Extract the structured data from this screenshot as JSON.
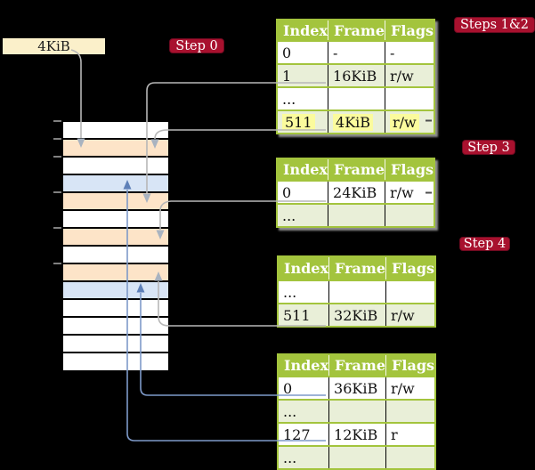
{
  "colors": {
    "background": "#000000",
    "white": "#ffffff",
    "orange": "#fde4c8",
    "blue": "#d8e5f6",
    "table_header_green": "#a3c43d",
    "table_row_green": "#e9efd8",
    "highlight_yellow": "#fbfb9d",
    "badge_red": "#a8112e",
    "free_frame_cream": "#fbf0ca",
    "gray_line": "#b7b7b7",
    "blue_line": "#7e9ac9"
  },
  "free_frame_box": {
    "label": "4KiB"
  },
  "badges": {
    "step0": "Step 0",
    "steps12": "Steps 1&2",
    "step3": "Step 3",
    "step4": "Step 4"
  },
  "memory_stack": {
    "rows": [
      "white",
      "orange",
      "white",
      "blue",
      "orange",
      "white",
      "orange",
      "white",
      "orange",
      "blue",
      "white",
      "white",
      "white",
      "white"
    ]
  },
  "page_tables": [
    {
      "name": "table-steps-1-2",
      "headers": [
        "Index",
        "Frame",
        "Flags"
      ],
      "rows": [
        {
          "index": "0",
          "frame": "-",
          "flags": "-",
          "shaded": false,
          "highlight": false
        },
        {
          "index": "1",
          "frame": "16KiB",
          "flags": "r/w",
          "shaded": true,
          "highlight": false
        },
        {
          "index": "...",
          "frame": "",
          "flags": "",
          "shaded": false,
          "highlight": false
        },
        {
          "index": "511",
          "frame": "4KiB",
          "flags": "r/w",
          "shaded": true,
          "highlight": true
        }
      ]
    },
    {
      "name": "table-step-3",
      "headers": [
        "Index",
        "Frame",
        "Flags"
      ],
      "rows": [
        {
          "index": "0",
          "frame": "24KiB",
          "flags": "r/w",
          "shaded": false,
          "highlight": false
        },
        {
          "index": "...",
          "frame": "",
          "flags": "",
          "shaded": true,
          "highlight": false
        }
      ]
    },
    {
      "name": "table-step-4a",
      "headers": [
        "Index",
        "Frame",
        "Flags"
      ],
      "rows": [
        {
          "index": "...",
          "frame": "",
          "flags": "",
          "shaded": false,
          "highlight": false
        },
        {
          "index": "511",
          "frame": "32KiB",
          "flags": "r/w",
          "shaded": true,
          "highlight": false
        }
      ]
    },
    {
      "name": "table-step-4b",
      "headers": [
        "Index",
        "Frame",
        "Flags"
      ],
      "rows": [
        {
          "index": "0",
          "frame": "36KiB",
          "flags": "r/w",
          "shaded": false,
          "highlight": false
        },
        {
          "index": "...",
          "frame": "",
          "flags": "",
          "shaded": true,
          "highlight": false
        },
        {
          "index": "127",
          "frame": "12KiB",
          "flags": "r",
          "shaded": false,
          "highlight": false
        },
        {
          "index": "...",
          "frame": "",
          "flags": "",
          "shaded": true,
          "highlight": false
        }
      ]
    }
  ],
  "connectors": [
    {
      "from": "free-frame-box (4KiB)",
      "to": "memory-row-2",
      "color": "gray",
      "direction": "down"
    },
    {
      "from": "table-steps-1-2 row 1 (16KiB)",
      "to": "memory-row-5",
      "color": "gray",
      "direction": "down"
    },
    {
      "from": "table-steps-1-2 row 511 (4KiB)",
      "to": "memory-row-2",
      "color": "gray",
      "direction": "down"
    },
    {
      "from": "table-step-3 row 0 (24KiB)",
      "to": "memory-row-7",
      "color": "gray",
      "direction": "down"
    },
    {
      "from": "table-step-4a row 511 (32KiB)",
      "to": "memory-row-9",
      "color": "gray",
      "direction": "up"
    },
    {
      "from": "table-step-4b row 0 (36KiB)",
      "to": "memory-row-10",
      "color": "blue",
      "direction": "up"
    },
    {
      "from": "table-step-4b row 127 (12KiB)",
      "to": "memory-row-4",
      "color": "blue",
      "direction": "up"
    }
  ]
}
